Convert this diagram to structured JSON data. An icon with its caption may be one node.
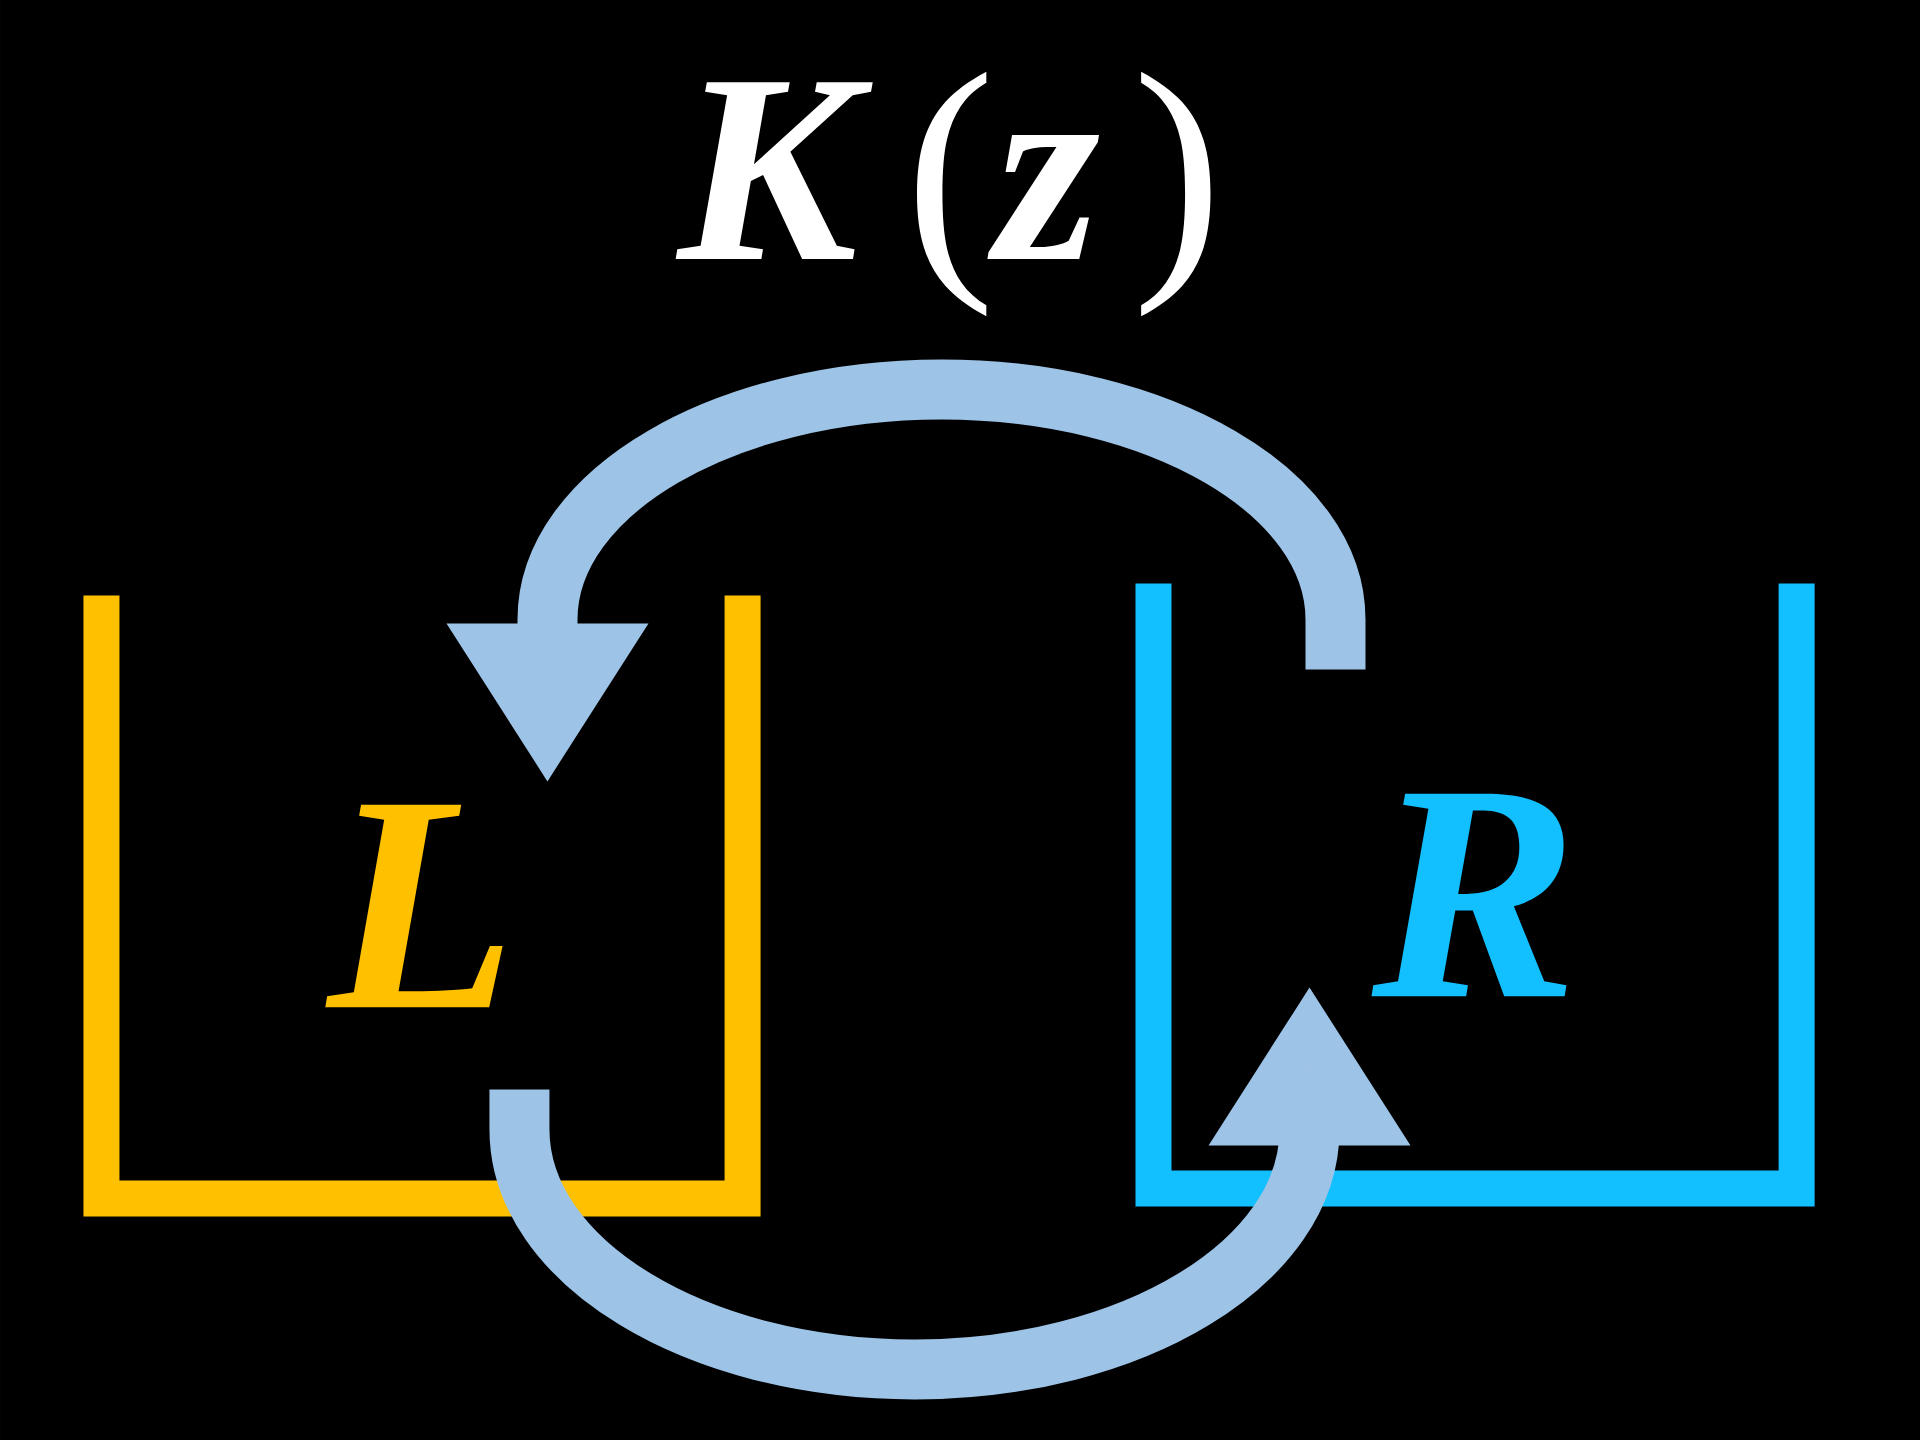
{
  "diagram": {
    "title": "*K*(*z*)",
    "nodes": [
      {
        "text": [
          "L"
        ]
      },
      {
        "text": [
          "R"
        ]
      }
    ],
    "edges": [
      {
        "from": 1,
        "to": 0,
        "arrow": "to"
      },
      {
        "from": 0,
        "to": 1,
        "arrow": "to"
      }
    ]
  }
}
